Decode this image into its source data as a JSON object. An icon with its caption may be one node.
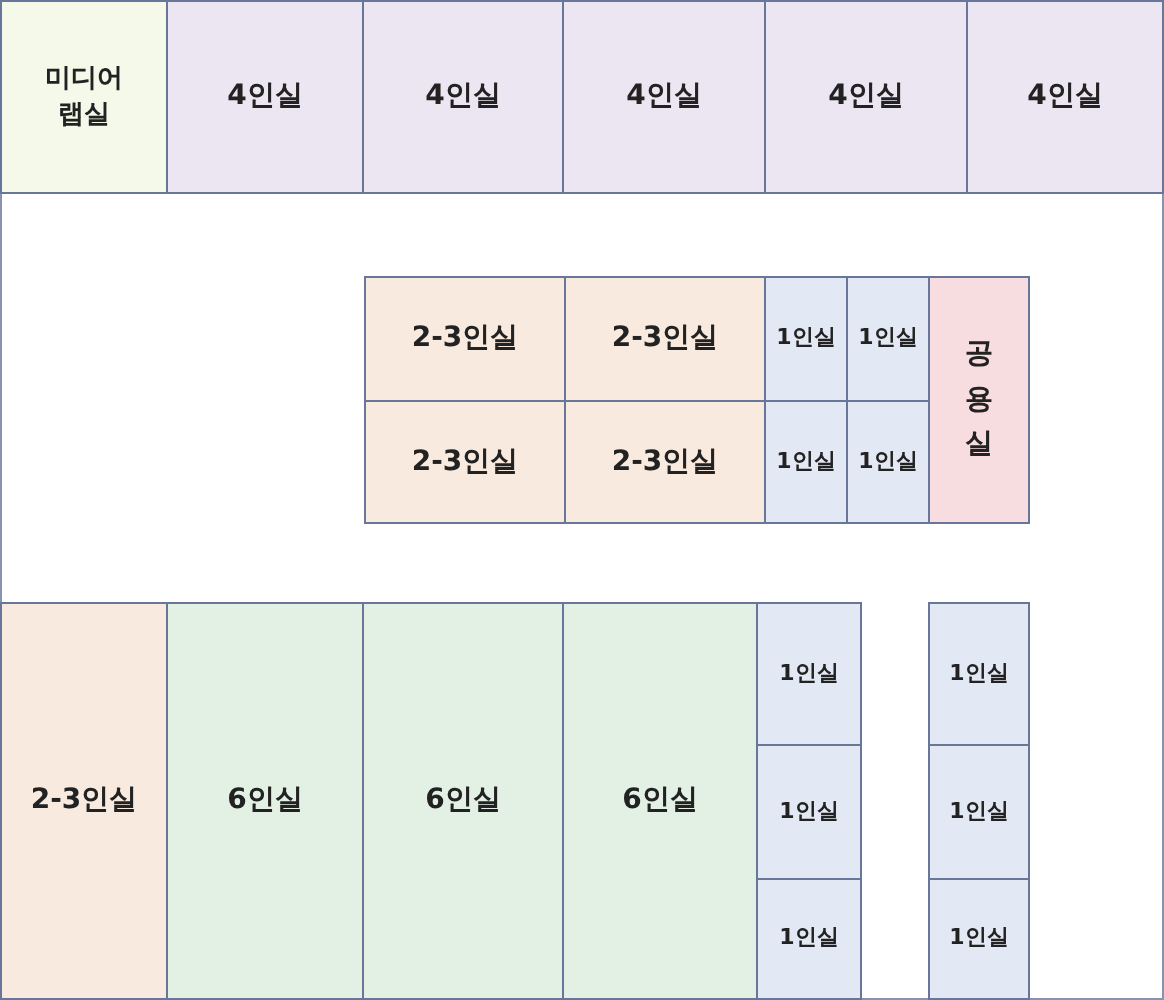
{
  "diagram": {
    "nodes": [
      {
        "text": [
          "미디어 랩실"
        ]
      },
      {
        "text": [
          "4인실"
        ]
      },
      {
        "text": [
          "4인실"
        ]
      },
      {
        "text": [
          "4인실"
        ]
      },
      {
        "text": [
          "4인실"
        ]
      },
      {
        "text": [
          "4인실"
        ]
      },
      {
        "text": [
          "2-3인실"
        ]
      },
      {
        "text": [
          "2-3인실"
        ]
      },
      {
        "text": [
          "1인실"
        ]
      },
      {
        "text": [
          "1인실"
        ]
      },
      {
        "text": [
          "공용실"
        ]
      },
      {
        "text": [
          "2-3인실"
        ]
      },
      {
        "text": [
          "2-3인실"
        ]
      },
      {
        "text": [
          "1인실"
        ]
      },
      {
        "text": [
          "1인실"
        ]
      },
      {
        "text": [
          "2-3인실"
        ]
      },
      {
        "text": [
          "6인실"
        ]
      },
      {
        "text": [
          "6인실"
        ]
      },
      {
        "text": [
          "6인실"
        ]
      },
      {
        "text": [
          "1인실"
        ]
      },
      {
        "text": [
          "1인실"
        ]
      },
      {
        "text": [
          "1인실"
        ]
      },
      {
        "text": [
          "1인실"
        ]
      },
      {
        "text": [
          "1인실"
        ]
      },
      {
        "text": [
          "1인실"
        ]
      }
    ]
  }
}
